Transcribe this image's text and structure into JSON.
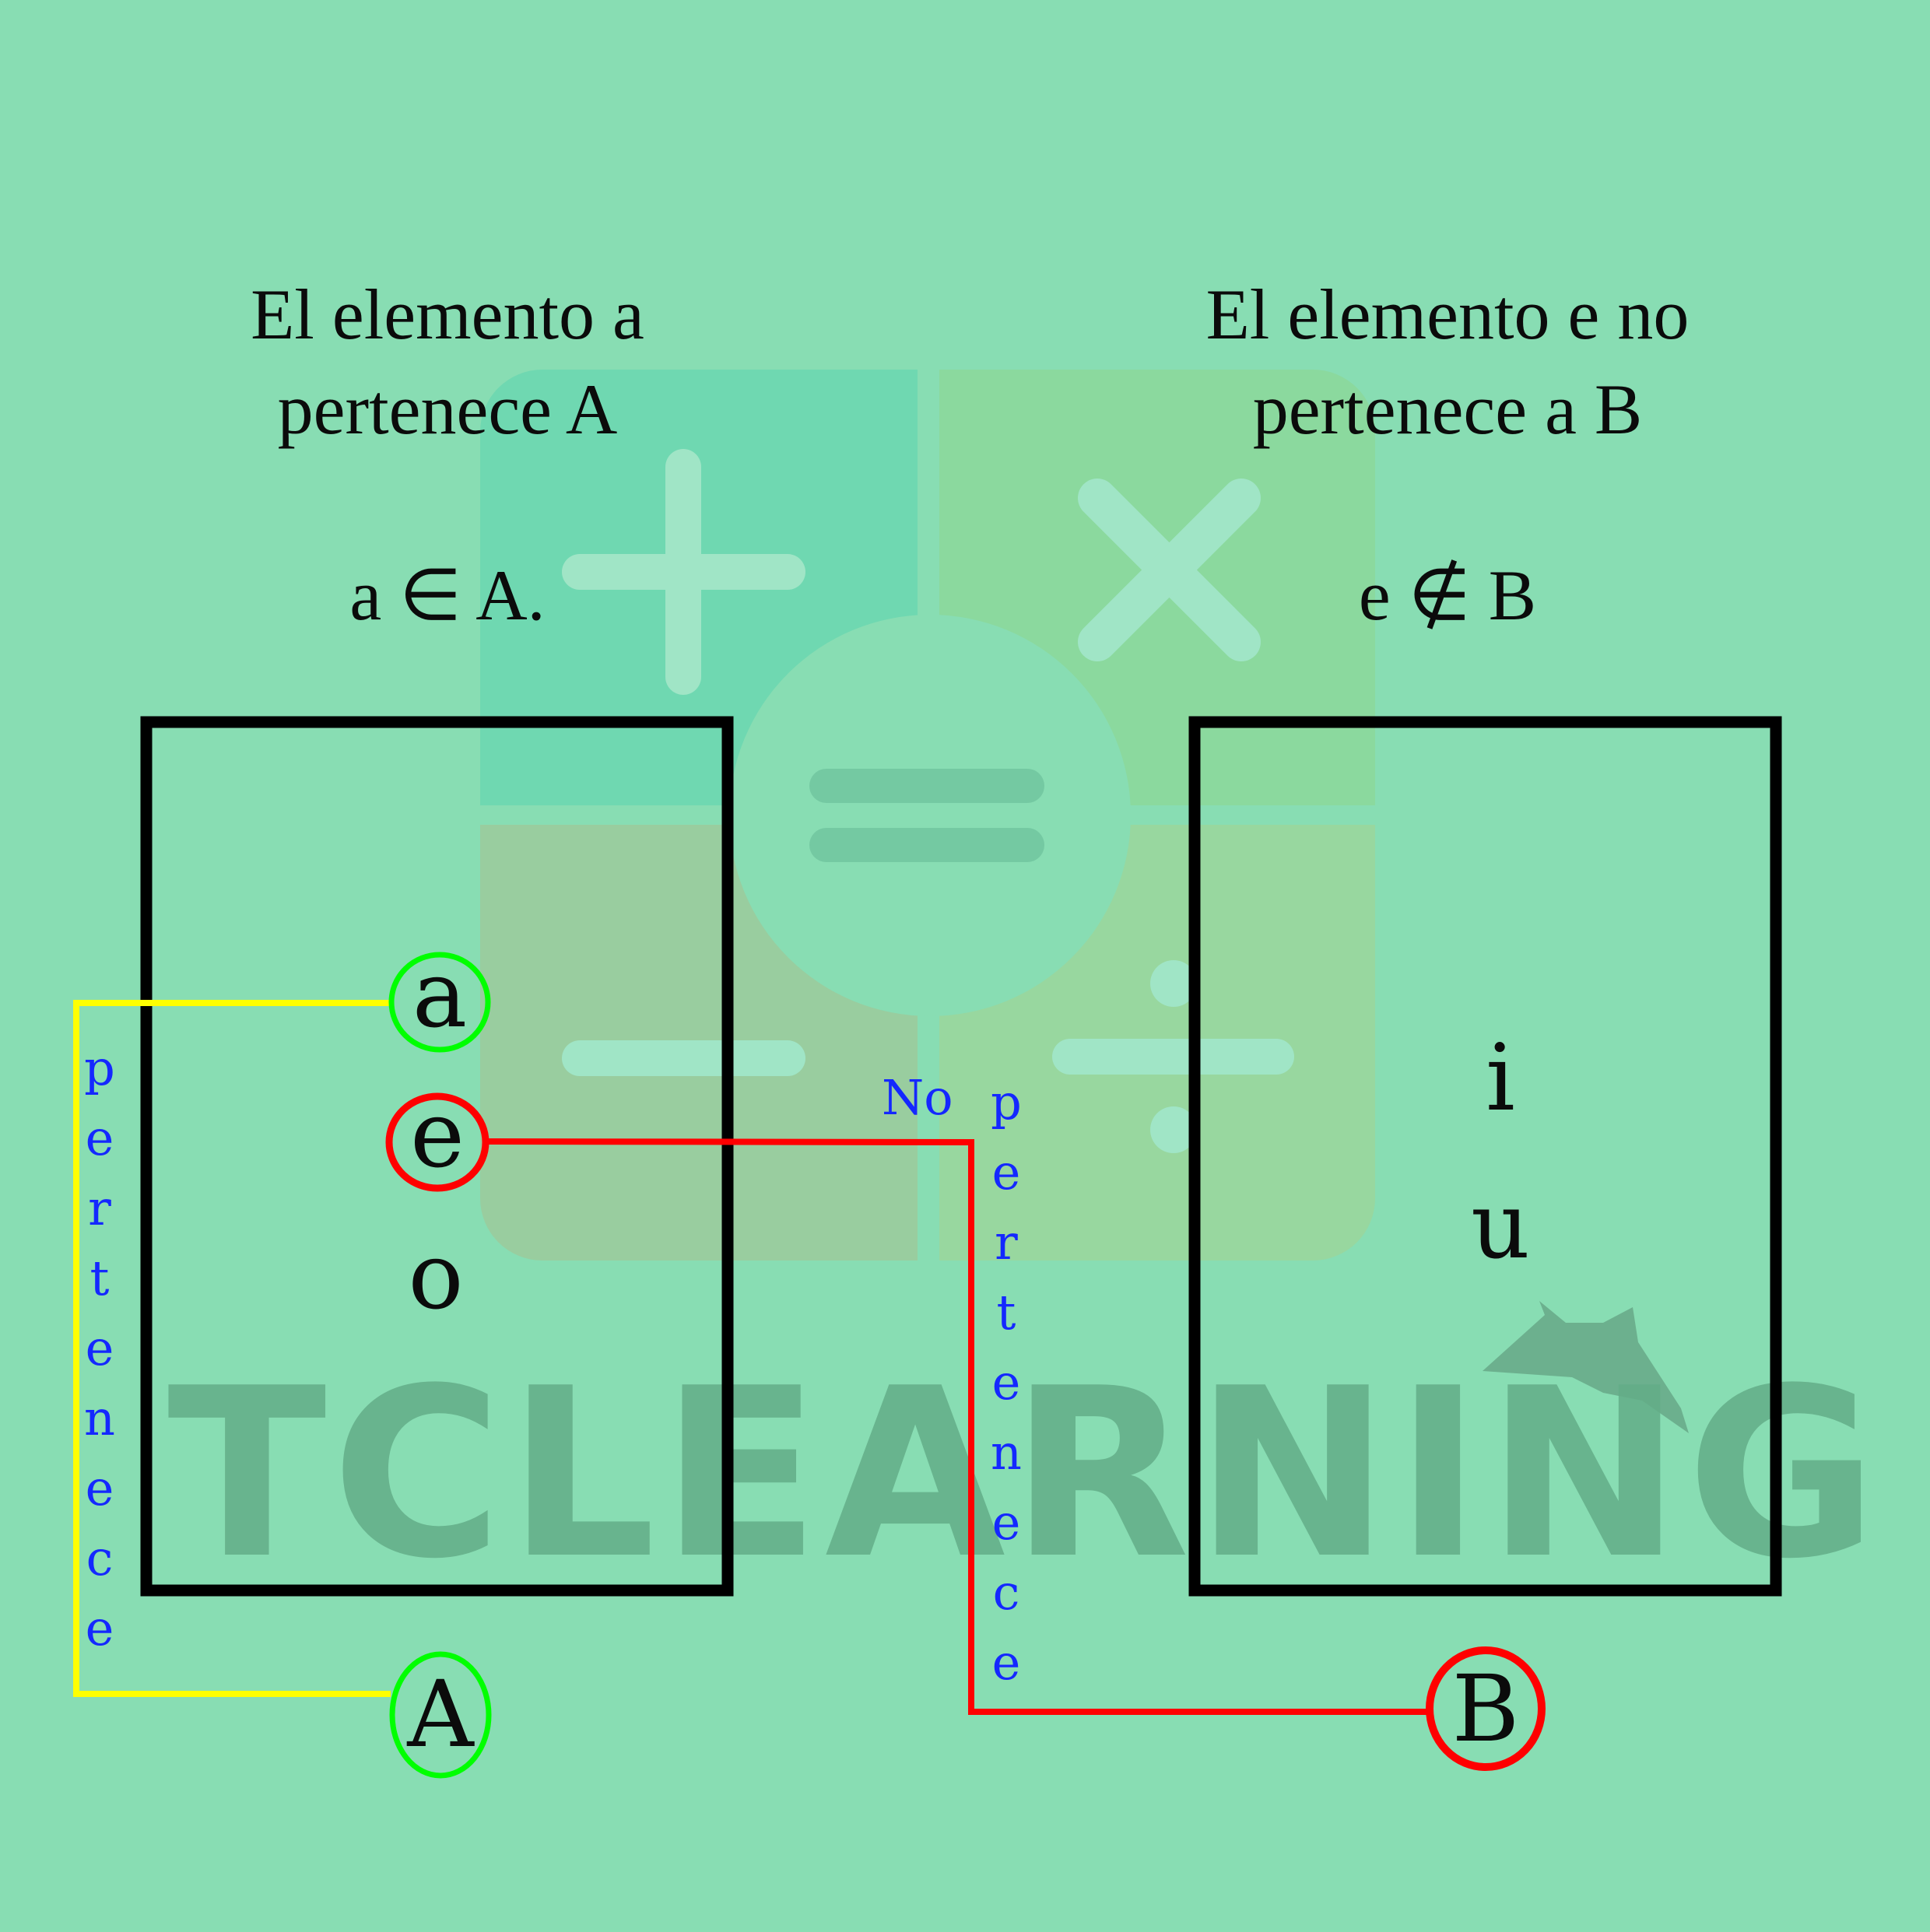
{
  "left": {
    "heading_line1": "El elemento a",
    "heading_line2": "pertenece A",
    "formula": "a ∈ A.",
    "elements": [
      "a",
      "e",
      "o"
    ],
    "set_name": "A",
    "relation_label": "pertenece"
  },
  "right": {
    "heading_line1": "El elemento e no",
    "heading_line2": "pertenece a B",
    "formula": "e ∉ B",
    "elements": [
      "i",
      "u"
    ],
    "set_name": "B",
    "relation_prefix": "No",
    "relation_label": "pertenece"
  },
  "watermark": {
    "text": "TCLEARNING",
    "icon_names": [
      "plus-icon",
      "times-icon",
      "equals-icon",
      "minus-icon",
      "divide-icon",
      "crown-icon"
    ]
  },
  "colors": {
    "background": "#88ddb3",
    "member_link": "#ffff00",
    "non_member_link": "#ff0000",
    "member_circle": "#00ff00",
    "non_member_circle": "#ff0000",
    "relation_text": "#1428ff"
  }
}
